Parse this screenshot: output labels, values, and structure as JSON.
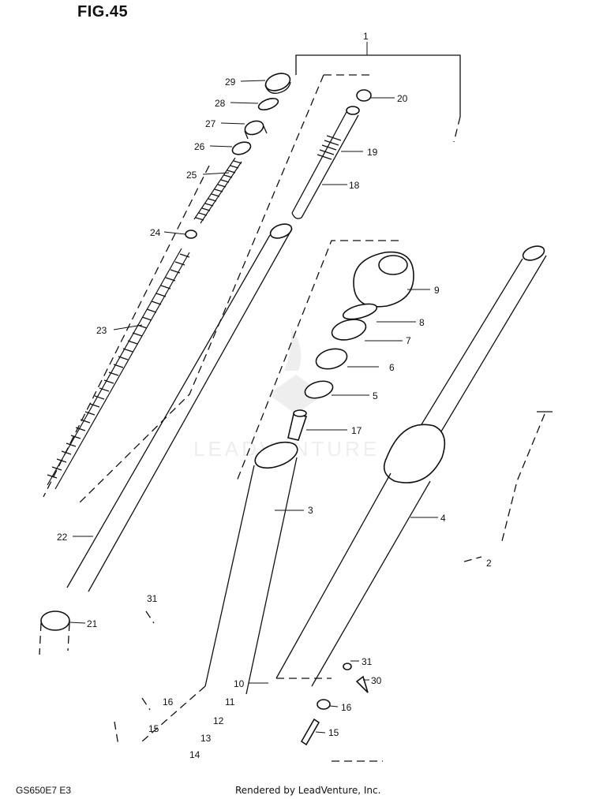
{
  "figure": {
    "title": "FIG.45"
  },
  "footer": {
    "model_code": "GS650E7 E3",
    "credit": "Rendered by LeadVenture, Inc."
  },
  "watermark": {
    "text": "LEADVENTURE"
  },
  "callouts": {
    "c1": "1",
    "c2": "2",
    "c3": "3",
    "c4": "4",
    "c5": "5",
    "c6": "6",
    "c7": "7",
    "c8": "8",
    "c9": "9",
    "c10": "10",
    "c11": "11",
    "c12": "12",
    "c13": "13",
    "c14": "14",
    "c15a": "15",
    "c15b": "15",
    "c16a": "16",
    "c16b": "16",
    "c17": "17",
    "c18": "18",
    "c19": "19",
    "c20": "20",
    "c21": "21",
    "c22": "22",
    "c23": "23",
    "c24": "24",
    "c25": "25",
    "c26": "26",
    "c27": "27",
    "c28": "28",
    "c29": "29",
    "c30": "30",
    "c31a": "31",
    "c31b": "31"
  }
}
